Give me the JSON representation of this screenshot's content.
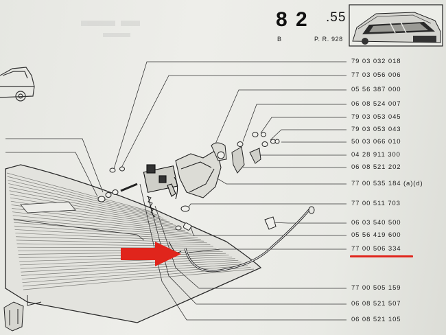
{
  "header": {
    "section_number": "8 2",
    "section_sub": ".55",
    "label_b": "B",
    "page_ref": "P. R. 928"
  },
  "parts": [
    "79 03 032 018",
    "77 03 056 006",
    "05 56 387 000",
    "06 08 524 007",
    "79 03 053 045",
    "79 03 053 043",
    "50 03 066 010",
    "04 28 911 300",
    "06 08 521 202",
    "77 00 535 184 (a)(d)",
    "77 00 511 703",
    "06 03 540 500",
    "05 56 419 600",
    "77 00 506 334",
    "77 00 505 159",
    "06 08 521 507",
    "06 08 521 105"
  ],
  "highlight": {
    "part": "77 00 506 334",
    "arrow_color": "#e0251c"
  },
  "icons": [
    "car-thumbnail-icon",
    "car-side-icon",
    "red-arrow-icon"
  ]
}
